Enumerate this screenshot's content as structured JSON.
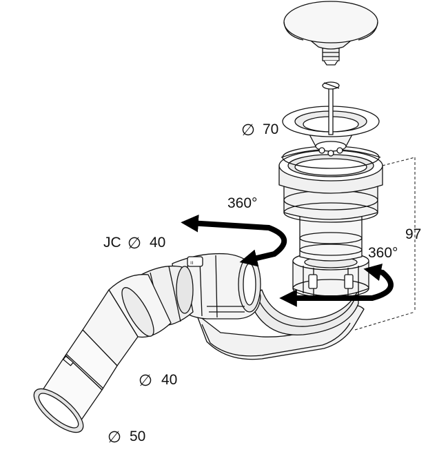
{
  "labels": {
    "diameter_symbol": "∅",
    "stopper_diameter": "70",
    "rotation_top": "360°",
    "rotation_right": "360°",
    "height": "97",
    "outlet_prefix": "JC",
    "outlet_diameter": "40",
    "pipe_diameter_inner": "40",
    "pipe_diameter_outer": "50"
  },
  "colors": {
    "line": "#111111",
    "fill": "#ffffff",
    "shade": "#e6e6e6",
    "arrow": "#000000"
  },
  "icons": {
    "rotation": "circular-arrow-icon",
    "dimension": "dimension-bracket-icon"
  }
}
